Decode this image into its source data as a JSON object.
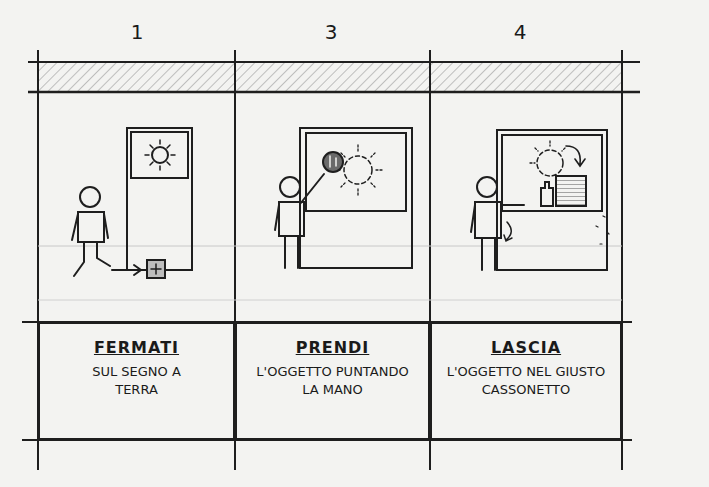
{
  "diagram": {
    "nodes": [
      {
        "text": [
          "FERMATI",
          "SUL SEGNO A TERRA"
        ]
      },
      {
        "text": [
          "PRENDI",
          "L'OGGETTO PUNTANDO LA MANO"
        ]
      },
      {
        "text": [
          "LASCIA",
          "L'OGGETTO NEL GIUSTO CASSONETTO"
        ]
      }
    ],
    "labels": [
      "1",
      "3",
      "4"
    ]
  }
}
